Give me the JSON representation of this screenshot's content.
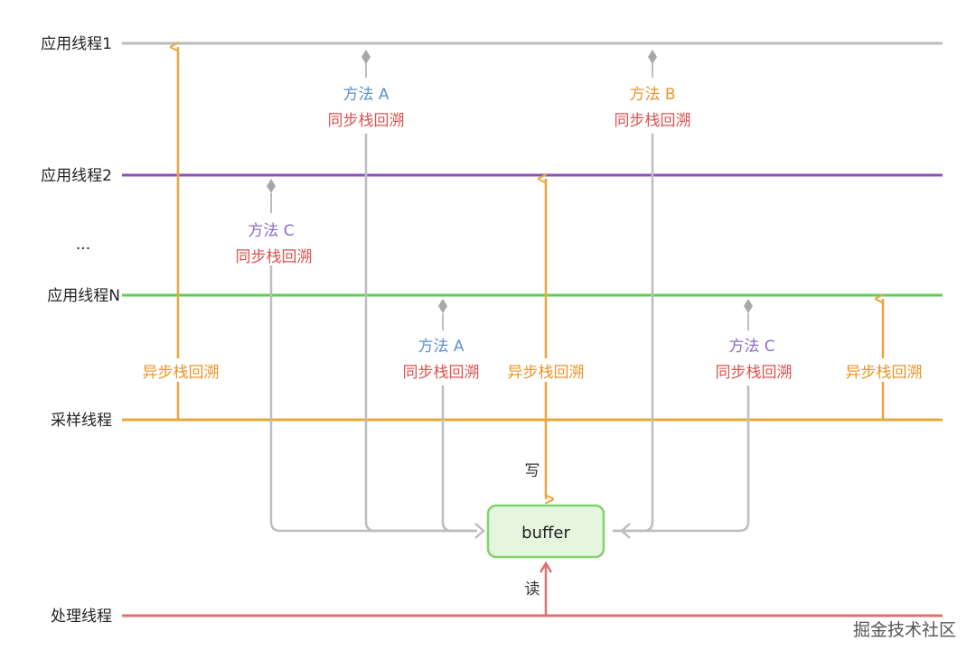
{
  "lanes": {
    "app1": "应用线程1",
    "app2": "应用线程2",
    "ellipsis": "...",
    "appN": "应用线程N",
    "sampler": "采样线程",
    "processor": "处理线程"
  },
  "methods": {
    "m1": {
      "name": "方法 A",
      "action": "同步栈回溯"
    },
    "m2": {
      "name": "方法 B",
      "action": "同步栈回溯"
    },
    "m3": {
      "name": "方法 C",
      "action": "同步栈回溯"
    },
    "m4": {
      "name": "方法 A",
      "action": "同步栈回溯"
    },
    "m5": {
      "name": "方法 C",
      "action": "同步栈回溯"
    }
  },
  "async": {
    "a1": "异步栈回溯",
    "a2": "异步栈回溯",
    "a3": "异步栈回溯"
  },
  "buffer": {
    "label": "buffer",
    "write": "写",
    "read": "读"
  },
  "watermark": "掘金技术社区",
  "colors": {
    "app1": "#bbbbbb",
    "app2": "#8a52b5",
    "appN": "#5bcf55",
    "sampler": "#eea53a",
    "processor": "#e07070",
    "syncLine": "#bdbdbd",
    "methodBlue": "#5b8fd0",
    "methodOrange": "#e8952b",
    "methodPurple": "#8e6cc2",
    "actionRed": "#d9534f",
    "bufferFill": "#e6f6de",
    "bufferStroke": "#7fd36e"
  }
}
